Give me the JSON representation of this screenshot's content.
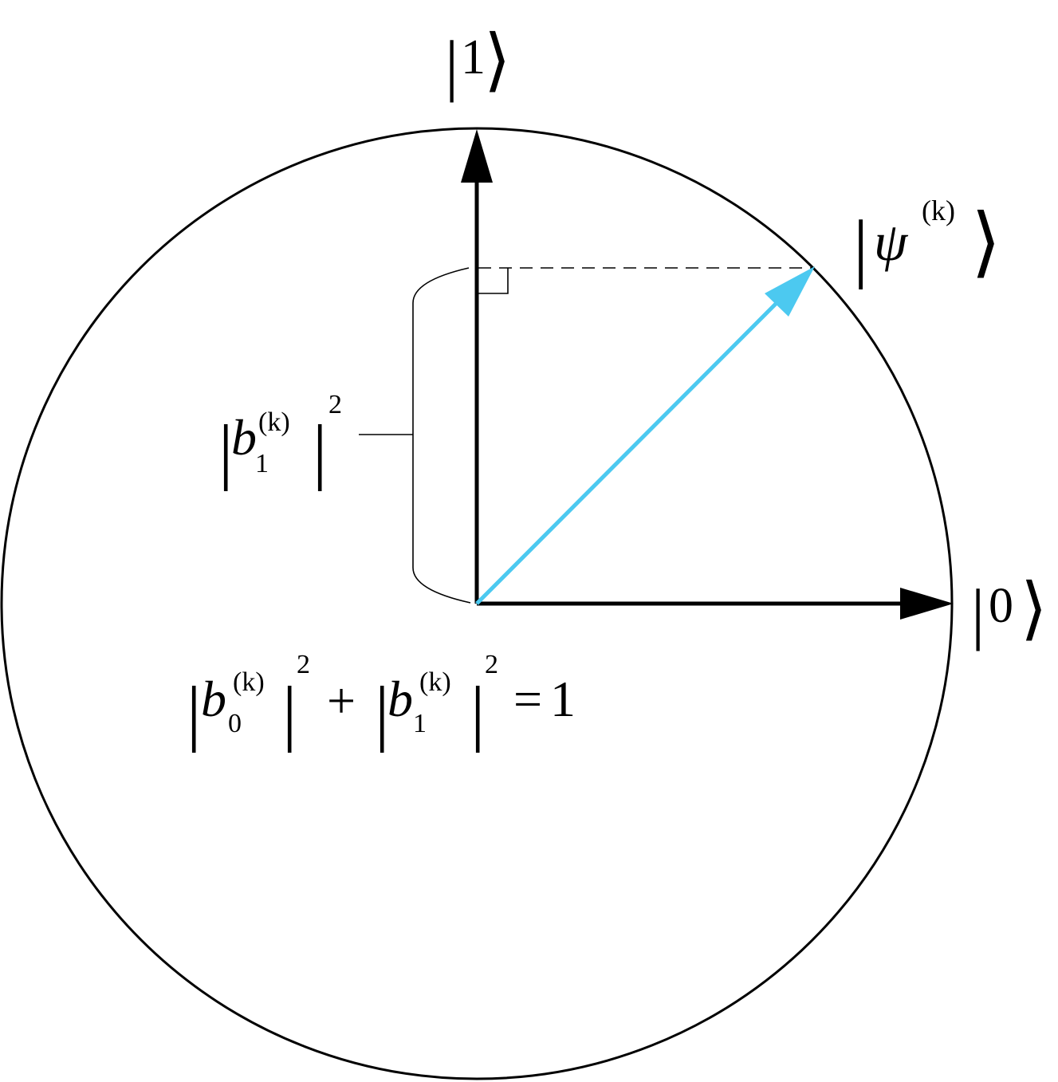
{
  "labels": {
    "ket_one": {
      "bar": "|",
      "value": "1",
      "angle": "⟩"
    },
    "ket_zero": {
      "bar": "|",
      "value": "0",
      "angle": "⟩"
    },
    "ket_psi": {
      "bar": "|",
      "symbol": "ψ",
      "superscript": "(k)",
      "angle": "⟩"
    },
    "prob_b1": {
      "bar_left": "|",
      "symbol": "b",
      "subscript": "1",
      "superscript": "(k)",
      "bar_right": "|",
      "power": "2"
    },
    "normalization": {
      "term1": {
        "bar_left": "|",
        "symbol": "b",
        "subscript": "0",
        "superscript": "(k)",
        "bar_right": "|",
        "power": "2"
      },
      "plus": "+",
      "term2": {
        "bar_left": "|",
        "symbol": "b",
        "subscript": "1",
        "superscript": "(k)",
        "bar_right": "|",
        "power": "2"
      },
      "equals": "=",
      "rhs": "1"
    }
  },
  "colors": {
    "axes": "#000000",
    "state_vector": "#4cc9f0",
    "circle": "#000000",
    "projection": "#000000"
  }
}
